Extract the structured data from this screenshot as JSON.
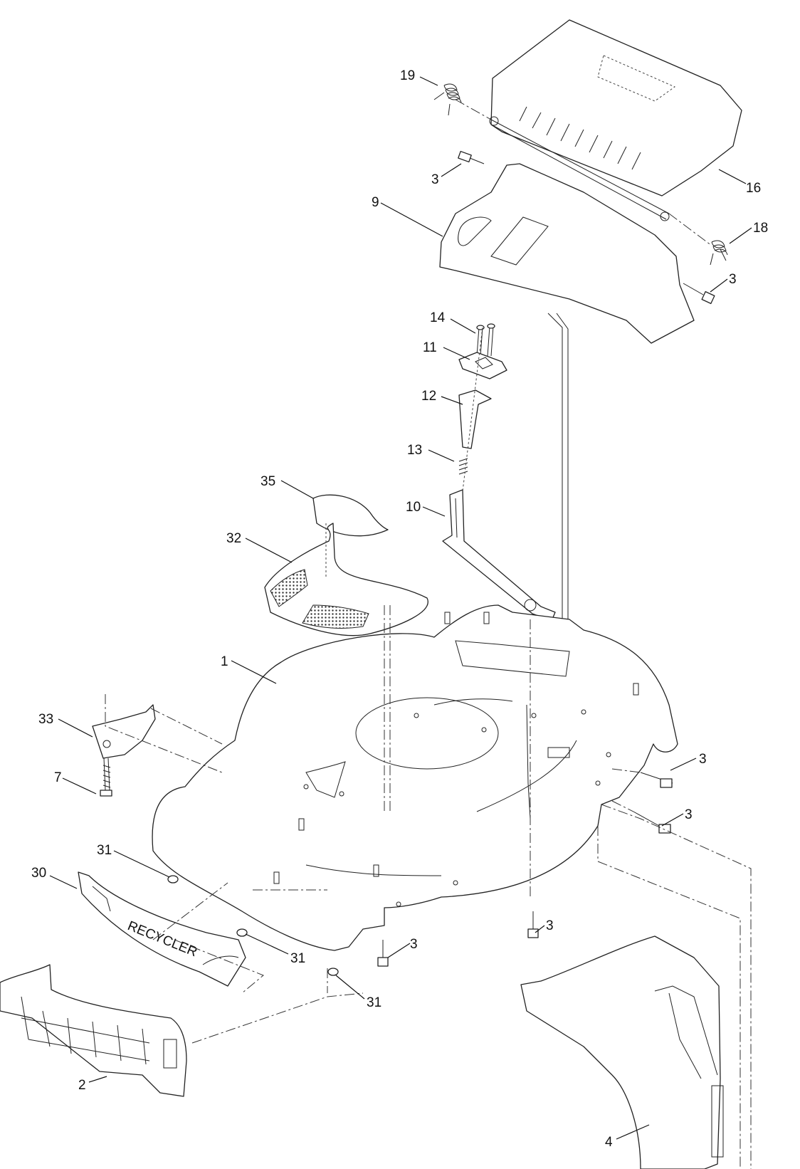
{
  "callouts": [
    {
      "id": "c19",
      "text": "19"
    },
    {
      "id": "c3a",
      "text": "3"
    },
    {
      "id": "c16",
      "text": "16"
    },
    {
      "id": "c9",
      "text": "9"
    },
    {
      "id": "c18",
      "text": "18"
    },
    {
      "id": "c3b",
      "text": "3"
    },
    {
      "id": "c14",
      "text": "14"
    },
    {
      "id": "c11",
      "text": "11"
    },
    {
      "id": "c12",
      "text": "12"
    },
    {
      "id": "c13",
      "text": "13"
    },
    {
      "id": "c35",
      "text": "35"
    },
    {
      "id": "c10",
      "text": "10"
    },
    {
      "id": "c32",
      "text": "32"
    },
    {
      "id": "c1",
      "text": "1"
    },
    {
      "id": "c33",
      "text": "33"
    },
    {
      "id": "c3c",
      "text": "3"
    },
    {
      "id": "c7",
      "text": "7"
    },
    {
      "id": "c3d",
      "text": "3"
    },
    {
      "id": "c31a",
      "text": "31"
    },
    {
      "id": "c30",
      "text": "30"
    },
    {
      "id": "c3e",
      "text": "3"
    },
    {
      "id": "c3f",
      "text": "3"
    },
    {
      "id": "c31b",
      "text": "31"
    },
    {
      "id": "c31c",
      "text": "31"
    },
    {
      "id": "c2",
      "text": "2"
    },
    {
      "id": "c4",
      "text": "4"
    }
  ],
  "deflector_lettering": "RECYCLER"
}
